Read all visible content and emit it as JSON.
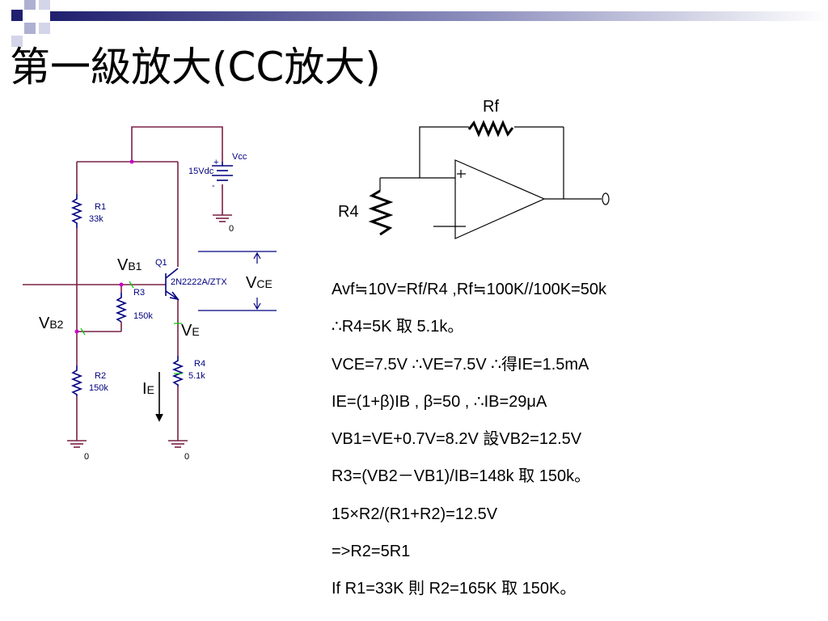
{
  "slide": {
    "title": "第一級放大(CC放大)"
  },
  "left_circuit": {
    "vcc_label": "Vcc",
    "vcc_value": "15Vdc",
    "ground_top": "0",
    "ground_left": "0",
    "ground_right": "0",
    "r1_name": "R1",
    "r1_value": "33k",
    "r2_name": "R2",
    "r2_value": "150k",
    "r3_name": "R3",
    "r3_value": "150k",
    "r4_name": "R4",
    "r4_value": "5.1k",
    "q1_name": "Q1",
    "q1_part": "2N2222A/ZTX",
    "vb1_main": "V",
    "vb1_sub": "B1",
    "vb2_main": "V",
    "vb2_sub": "B2",
    "ve_main": "V",
    "ve_sub": "E",
    "vce_main": "V",
    "vce_sub": "CE",
    "ie_main": "I",
    "ie_sub": "E"
  },
  "opamp_circuit": {
    "rf_label": "Rf",
    "r4_label": "R4"
  },
  "calculations": [
    "Avf≒10V=Rf/R4  ,Rf≒100K//100K=50k",
    "∴R4=5K  取 5.1k。",
    "VCE=7.5V ∴VE=7.5V  ∴得IE=1.5mA",
    "IE=(1+β)IB , β=50 , ∴IB=29μA",
    "VB1=VE+0.7V=8.2V   設VB2=12.5V",
    "R3=(VB2－VB1)/IB=148k  取  150k。",
    "15×R2/(R1+R2)=12.5V",
    "=>R2=5R1",
    "If  R1=33K  則  R2=165K  取  150K。"
  ],
  "colors": {
    "wire": "#7a2045",
    "resistor": "#000080",
    "junction": "#cc00cc",
    "marker": "#00cc00",
    "deco_dark": "#1f1f6e",
    "deco_light": "#aeb0d2"
  }
}
